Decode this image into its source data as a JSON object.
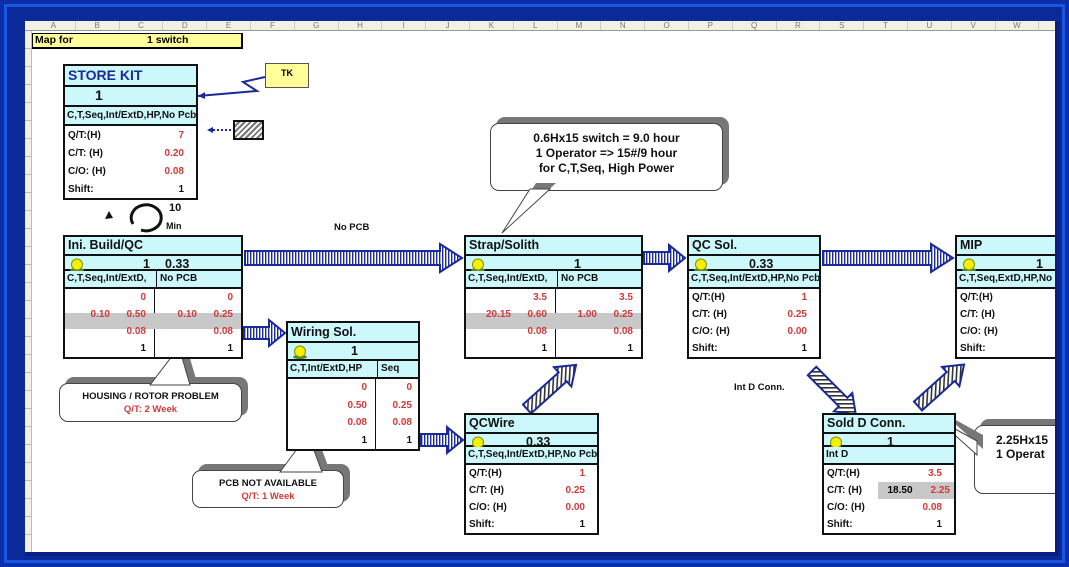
{
  "columns": [
    "A",
    "B",
    "C",
    "D",
    "E",
    "F",
    "G",
    "H",
    "I",
    "J",
    "K",
    "L",
    "M",
    "N",
    "O",
    "P",
    "Q",
    "R",
    "S",
    "T",
    "U",
    "V",
    "W"
  ],
  "banner": {
    "label": "Map for",
    "value": "1  switch"
  },
  "notes": {
    "tk": "TK"
  },
  "cycle": {
    "value": "10",
    "unit": "Min"
  },
  "flow_labels": {
    "no_pcb": "No PCB",
    "int_d_conn": "Int D Conn."
  },
  "callouts": {
    "switch_time": [
      "0.6Hx15 switch = 9.0 hour",
      "1 Operator => 15#/9 hour",
      "for C,T,Seq, High Power"
    ],
    "housing": [
      "HOUSING  / ROTOR  PROBLEM",
      "Q/T: 2 Week"
    ],
    "pcb": [
      "PCB NOT  AVAILABLE",
      "Q/T: 1 Week"
    ],
    "sold": [
      "2.25Hx15",
      "1 Operat"
    ]
  },
  "colors": {
    "red": "#d03a3a",
    "cyan": "#ccf7fb",
    "navy": "#1a2a9a",
    "yellow": "#ffff99"
  },
  "boxes": {
    "store_kit": {
      "title": "STORE KIT",
      "count": "1",
      "subtitle": "C,T,Seq,Int/ExtD,HP,No Pcb",
      "rows": [
        {
          "label": "Q/T:(H)",
          "value": "7"
        },
        {
          "label": "C/T: (H)",
          "value": "0.20"
        },
        {
          "label": "C/O: (H)",
          "value": "0.08"
        },
        {
          "label": "Shift:",
          "value": "1"
        }
      ]
    },
    "ini_build": {
      "title": "Ini. Build/QC",
      "count": "1",
      "rate": "0.33",
      "sub_left": "C,T,Seq,Int/ExtD,",
      "sub_right": "No PCB",
      "left": [
        [
          "",
          "0"
        ],
        [
          "0.10",
          "0.50"
        ],
        [
          "",
          "0.08"
        ],
        [
          "",
          "1"
        ]
      ],
      "right": [
        [
          "",
          "0"
        ],
        [
          "0.10",
          "0.25"
        ],
        [
          "",
          "0.08"
        ],
        [
          "",
          "1"
        ]
      ]
    },
    "wiring": {
      "title": "Wiring Sol.",
      "count": "1",
      "sub_left": "C,T,Int/ExtD,HP",
      "sub_right": "Seq",
      "left": [
        [
          "",
          "0"
        ],
        [
          "",
          "0.50"
        ],
        [
          "",
          "0.08"
        ],
        [
          "",
          "1"
        ]
      ],
      "right": [
        [
          "",
          "0"
        ],
        [
          "",
          "0.25"
        ],
        [
          "",
          "0.08"
        ],
        [
          "",
          "1"
        ]
      ]
    },
    "strap": {
      "title": "Strap/Solith",
      "count": "1",
      "sub_left": "C,T,Seq,Int/ExtD,",
      "sub_right": "No PCB",
      "left": [
        [
          "",
          "3.5"
        ],
        [
          "20.15",
          "0.60"
        ],
        [
          "",
          "0.08"
        ],
        [
          "",
          "1"
        ]
      ],
      "right": [
        [
          "",
          "3.5"
        ],
        [
          "1.00",
          "0.25"
        ],
        [
          "",
          "0.08"
        ],
        [
          "",
          "1"
        ]
      ]
    },
    "qc_sol": {
      "title": "QC Sol.",
      "rate": "0.33",
      "subtitle": "C,T,Seq,Int/ExtD,HP,No Pcb",
      "rows": [
        {
          "label": "Q/T:(H)",
          "value": "1"
        },
        {
          "label": "C/T: (H)",
          "value": "0.25"
        },
        {
          "label": "C/O: (H)",
          "value": "0.00"
        },
        {
          "label": "Shift:",
          "value": "1"
        }
      ]
    },
    "mip": {
      "title": "MIP",
      "count": "1",
      "subtitle": "C,T,Seq,ExtD,HP,No",
      "rows": [
        {
          "label": "Q/T:(H)",
          "value": ""
        },
        {
          "label": "C/T: (H)",
          "value": ""
        },
        {
          "label": "C/O: (H)",
          "value": ""
        },
        {
          "label": "Shift:",
          "value": ""
        }
      ]
    },
    "qcwire": {
      "title": "QCWire",
      "rate": "0.33",
      "subtitle": "C,T,Seq,Int/ExtD,HP,No Pcb",
      "rows": [
        {
          "label": "Q/T:(H)",
          "value": "1"
        },
        {
          "label": "C/T: (H)",
          "value": "0.25"
        },
        {
          "label": "C/O: (H)",
          "value": "0.00"
        },
        {
          "label": "Shift:",
          "value": "1"
        }
      ]
    },
    "sold_d": {
      "title": "Sold D Conn.",
      "count": "1",
      "subtitle": "Int D",
      "rows": [
        {
          "label": "Q/T:(H)",
          "value": "3.5"
        },
        {
          "label": "C/T: (H)",
          "extra": "18.50",
          "value": "2.25"
        },
        {
          "label": "C/O: (H)",
          "value": "0.08"
        },
        {
          "label": "Shift:",
          "value": "1"
        }
      ]
    }
  }
}
